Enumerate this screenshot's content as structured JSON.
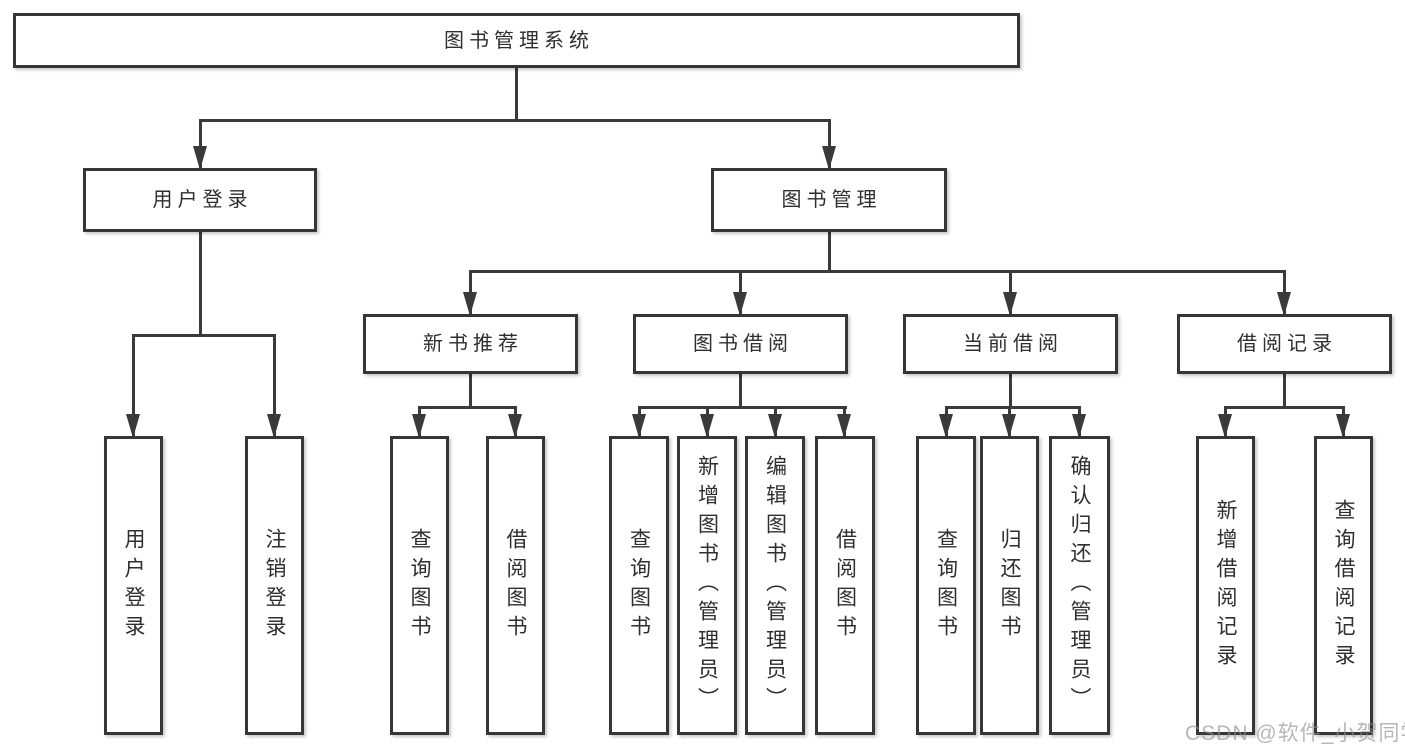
{
  "tree": {
    "root": "图书管理系统",
    "branches": [
      {
        "label": "用户登录",
        "children": [
          "用户登录",
          "注销登录"
        ]
      },
      {
        "label": "图书管理",
        "children": [
          {
            "label": "新书推荐",
            "children": [
              "查询图书",
              "借阅图书"
            ]
          },
          {
            "label": "图书借阅",
            "children": [
              "查询图书",
              "新增图书（管理员）",
              "编辑图书（管理员）",
              "借阅图书"
            ]
          },
          {
            "label": "当前借阅",
            "children": [
              "查询图书",
              "归还图书",
              "确认归还（管理员）"
            ]
          },
          {
            "label": "借阅记录",
            "children": [
              "新增借阅记录",
              "查询借阅记录"
            ]
          }
        ]
      }
    ]
  },
  "watermark": {
    "text": "CSDN @软件_小贺同学"
  },
  "colors": {
    "background": "#ffffff",
    "box_border": "#363636",
    "connector": "#3a3a3a",
    "text": "#2f2f2f",
    "watermark": "#919191"
  }
}
